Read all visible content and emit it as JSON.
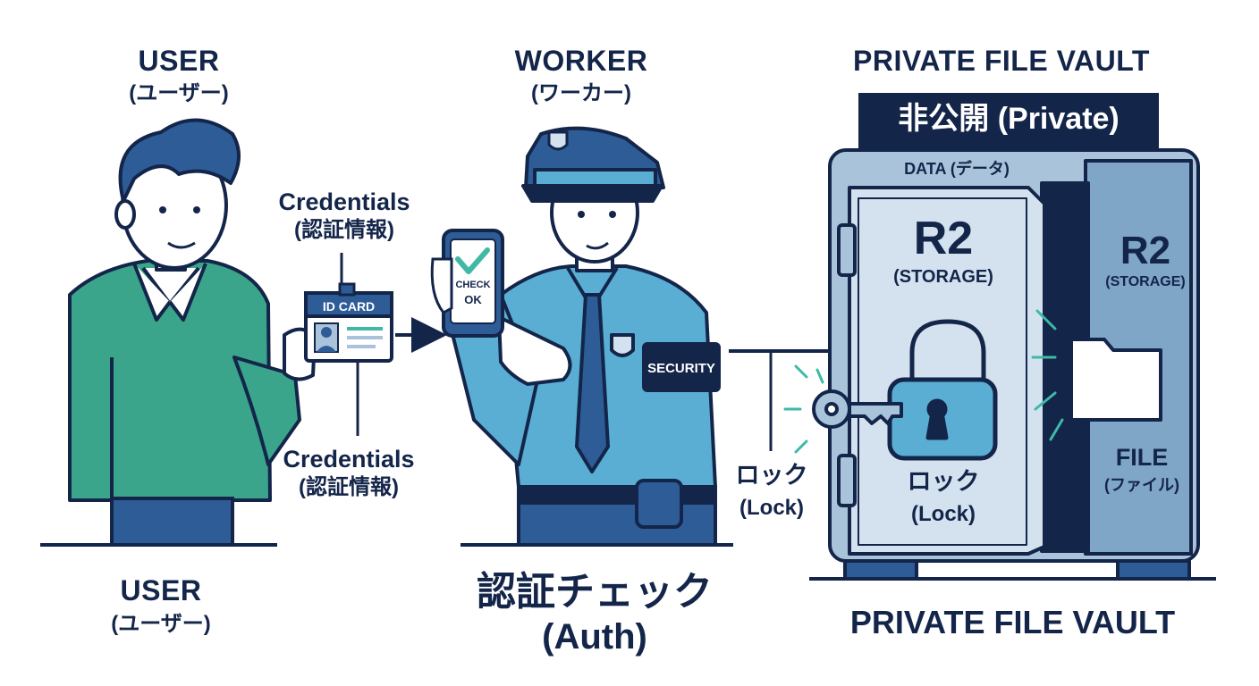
{
  "user": {
    "title_top": "USER",
    "sub_top": "(ユーザー)",
    "title_bottom": "USER",
    "sub_bottom": "(ユーザー)"
  },
  "credentials": {
    "top": "Credentials",
    "top_sub": "(認証情報)",
    "bottom": "Credentials",
    "bottom_sub": "(認証情報)"
  },
  "id_card": {
    "label": "ID CARD"
  },
  "worker": {
    "title": "WORKER",
    "sub": "(ワーカー)",
    "phone_check": "CHECK",
    "phone_ok": "OK",
    "armband": "SECURITY",
    "auth_jp": "認証チェック",
    "auth_en": "(Auth)"
  },
  "lock_label": {
    "jp": "ロック",
    "en": "(Lock)"
  },
  "vault": {
    "title_top": "PRIVATE FILE VAULT",
    "banner": "非公開 (Private)",
    "data_label": "DATA (データ)",
    "door_r2": "R2",
    "door_storage": "(STORAGE)",
    "door_lock_jp": "ロック",
    "door_lock_en": "(Lock)",
    "side_r2": "R2",
    "side_storage": "(STORAGE)",
    "file": "FILE",
    "file_sub": "(ファイル)",
    "title_bottom": "PRIVATE FILE VAULT"
  },
  "colors": {
    "navy": "#14254a",
    "blue": "#2e5c97",
    "sweater": "#3aa58a",
    "uniform": "#5aaed3",
    "check": "#3fb9a6",
    "steel": "#a9c4da",
    "steel_light": "#d3e2ee"
  }
}
